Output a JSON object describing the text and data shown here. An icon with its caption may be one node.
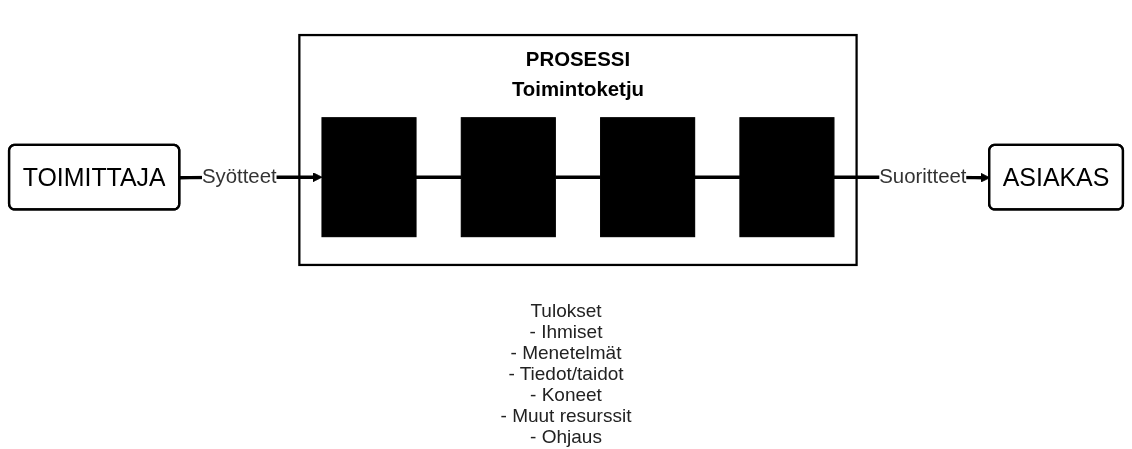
{
  "diagram": {
    "nodes": [
      {
        "text": [
          "TOIMITTAJA"
        ]
      },
      {
        "text": [
          "PROSESSI",
          "Toimintoketju"
        ]
      },
      {
        "text": [],
        "shape": "box",
        "in": 1
      },
      {
        "text": [],
        "shape": "box",
        "in": 1
      },
      {
        "text": [],
        "shape": "box",
        "in": 1
      },
      {
        "text": [],
        "shape": "box",
        "in": 1
      },
      {
        "text": [
          "ASIAKAS"
        ]
      }
    ],
    "edges": [
      {
        "from": 0,
        "to": 2,
        "arrow": "to",
        "label": "Syötteet"
      },
      {
        "from": 2,
        "to": 3,
        "arrow": "none"
      },
      {
        "from": 3,
        "to": 4,
        "arrow": "none"
      },
      {
        "from": 4,
        "to": 5,
        "arrow": "none"
      },
      {
        "from": 5,
        "to": 6,
        "arrow": "to",
        "label": "Suoritteet"
      }
    ],
    "labels": [
      "Tulokset",
      "- Ihmiset",
      "- Menetelmät",
      "- Tiedot/taidot",
      "- Koneet",
      "- Muut resurssit",
      "- Ohjaus"
    ]
  }
}
